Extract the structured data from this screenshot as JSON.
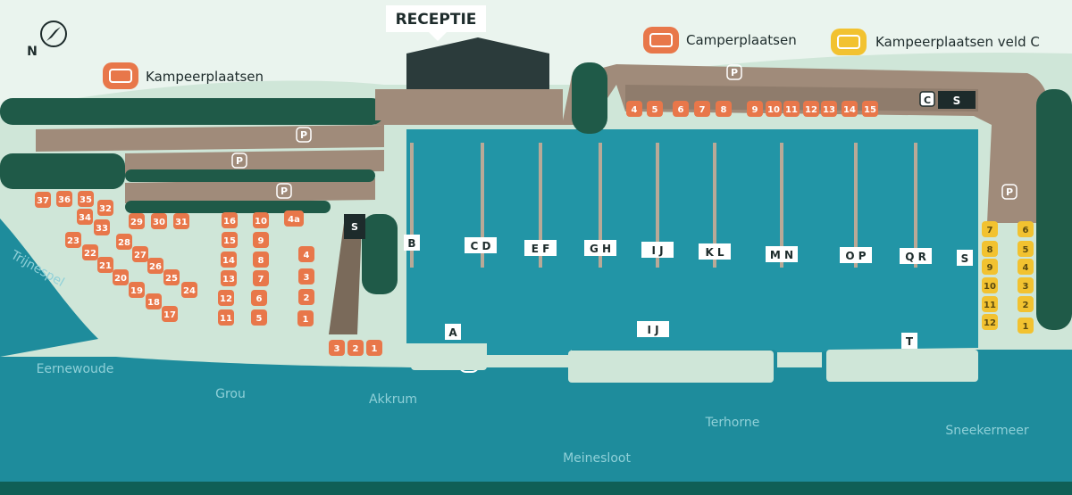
{
  "map": {
    "compass_letter": "N",
    "reception_label": "RECEPTIE",
    "legend": [
      {
        "label": "Camperplaatsen",
        "icon": "camper-van-icon",
        "color": "#e8774a"
      },
      {
        "label": "Kampeerplaatsen veld C",
        "icon": "caravan-icon",
        "color": "#f2c230"
      },
      {
        "label": "Kampeerplaatsen",
        "icon": "caravan-icon",
        "color": "#e8774a"
      }
    ],
    "colors": {
      "water": "#1e8c9c",
      "harbor": "#2295a6",
      "land": "#cfe6d8",
      "grass": "#a9d4bd",
      "road": "#a08b7a",
      "tree": "#1f5a48",
      "spot_orange": "#e8774a",
      "spot_yellow": "#f2c230"
    },
    "parking_label": "P",
    "field_c_label": "C",
    "sanitary_label": "S",
    "field_b_label": "B",
    "spot_4a": "4a",
    "camper_spots": [
      "4",
      "5",
      "6",
      "7",
      "8",
      "9",
      "10",
      "11",
      "12",
      "13",
      "14",
      "15"
    ],
    "left_field_spots": [
      "37",
      "36",
      "35",
      "34",
      "32",
      "33",
      "29",
      "30",
      "31",
      "28",
      "23",
      "22",
      "27",
      "21",
      "26",
      "20",
      "25",
      "19",
      "24",
      "18",
      "17",
      "16",
      "10",
      "15",
      "9",
      "14",
      "8",
      "13",
      "7",
      "12",
      "6",
      "11",
      "5",
      "4",
      "3",
      "2",
      "1"
    ],
    "bottom_spots": [
      "3",
      "2",
      "1"
    ],
    "field_c_spots": [
      "7",
      "8",
      "9",
      "10",
      "11",
      "12",
      "6",
      "5",
      "4",
      "3",
      "2",
      "1"
    ],
    "pier_labels": [
      "A",
      "B",
      "C D",
      "E F",
      "G H",
      "I J",
      "K L",
      "M N",
      "O P",
      "Q R",
      "S",
      "T",
      "I J"
    ],
    "waterways": [
      "Eernewoude",
      "Grou",
      "Akkrum",
      "Terhorne",
      "Sneekermeer",
      "Meinesloot",
      "Trijnespel"
    ]
  }
}
